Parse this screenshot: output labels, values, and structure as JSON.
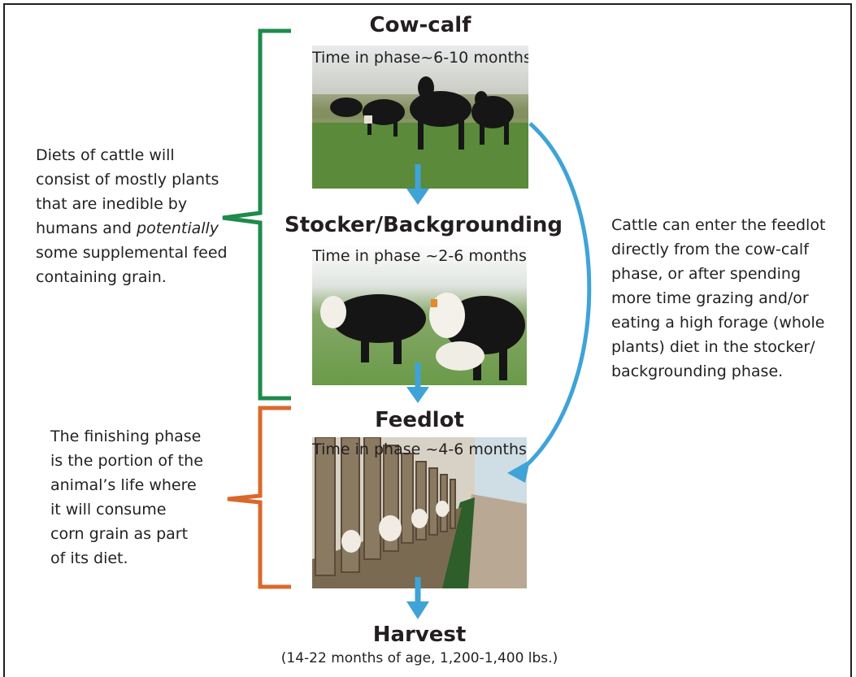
{
  "stages": {
    "cowcalf": {
      "title": "Cow-calf",
      "caption": "Time in phase~6-10 months"
    },
    "stocker": {
      "title": "Stocker/Backgrounding",
      "caption": "Time in phase ~2-6 months"
    },
    "feedlot": {
      "title": "Feedlot",
      "caption": "Time in phase ~4-6 months"
    },
    "harvest": {
      "title": "Harvest",
      "subtitle": "(14-22 months of age, 1,200-1,400 lbs.)"
    }
  },
  "notes": {
    "diets": {
      "lines": [
        "Diets of cattle will",
        "consist of mostly plants",
        "that are inedible by",
        "humans and ",
        "some supplemental feed",
        "containing grain."
      ],
      "emphasis": "potentially"
    },
    "finishing": {
      "lines": [
        "The finishing phase",
        "is the portion of the",
        "animal’s life where",
        "it will consume",
        "corn grain as part",
        "of its diet."
      ]
    },
    "feedlot_entry": {
      "lines": [
        "Cattle can enter the feedlot",
        "directly from the cow-calf",
        "phase, or after spending",
        "more time grazing and/or",
        "eating a high forage (whole",
        "plants) diet in the stocker/",
        "backgrounding phase."
      ]
    }
  },
  "colors": {
    "green_bracket": "#1f8a4c",
    "orange_bracket": "#d9692b",
    "arrow": "#3fa3d8"
  },
  "icons": {
    "arrow": "arrow-down",
    "curve": "curved-arrow"
  }
}
